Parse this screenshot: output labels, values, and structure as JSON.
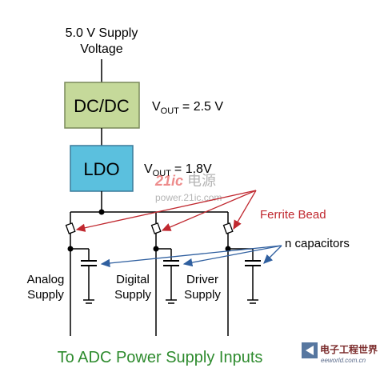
{
  "supply_label": {
    "line1": "5.0 V Supply",
    "line2": "Voltage"
  },
  "dcdc": {
    "label": "DC/DC",
    "vout_prefix": "V",
    "vout_sub": "OUT",
    "vout_value": "= 2.5 V",
    "fill": "#c5d99a",
    "stroke": "#7a8a5a"
  },
  "ldo": {
    "label": "LDO",
    "vout_prefix": "V",
    "vout_sub": "OUT",
    "vout_value": "= 1.8V",
    "fill": "#5bc0de",
    "stroke": "#3a7a9a"
  },
  "ferrite_label": "Ferrite Bead",
  "capacitor_label": "n capacitors",
  "supplies": [
    {
      "line1": "Analog",
      "line2": "Supply"
    },
    {
      "line1": "Digital",
      "line2": "Supply"
    },
    {
      "line1": "Driver",
      "line2": "Supply"
    }
  ],
  "footer": "To ADC Power Supply Inputs",
  "watermark": {
    "brand": "21ic",
    "brand_cn": "电源",
    "url": "power.21ic.com"
  },
  "logo": {
    "cn": "电子工程世界",
    "url": "eeworld.com.cn"
  },
  "colors": {
    "ferrite_text": "#c0282f",
    "ferrite_arrow": "#c0282f",
    "cap_arrow": "#2f5f9f",
    "footer_text": "#2e8b2e",
    "wire": "#000000"
  }
}
